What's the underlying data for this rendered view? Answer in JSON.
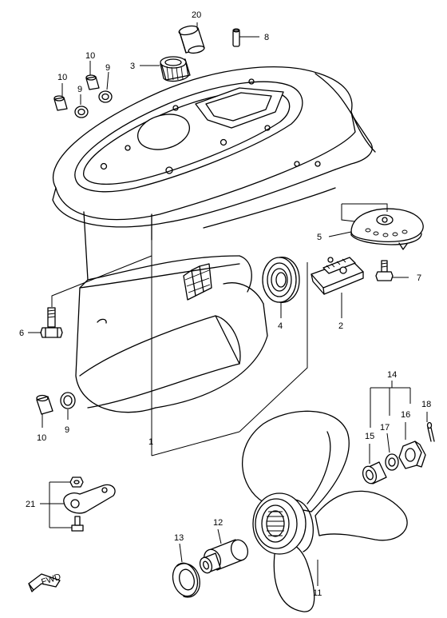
{
  "callouts": {
    "c1": "1",
    "c2": "2",
    "c3": "3",
    "c4": "4",
    "c5": "5",
    "c6": "6",
    "c7": "7",
    "c8": "8",
    "c9a": "9",
    "c9b": "9",
    "c9c": "9",
    "c10a": "10",
    "c10b": "10",
    "c10c": "10",
    "c11": "11",
    "c12": "12",
    "c13": "13",
    "c14": "14",
    "c15": "15",
    "c16": "16",
    "c17": "17",
    "c18": "18",
    "c20": "20",
    "c21": "21"
  },
  "direction_marker": {
    "label": "FWD",
    "icon": "forward-arrow-icon"
  }
}
